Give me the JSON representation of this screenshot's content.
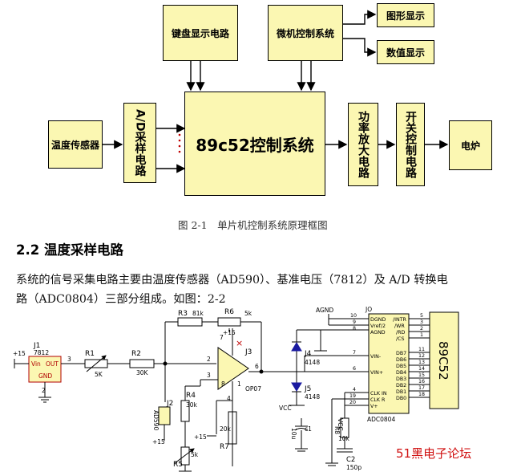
{
  "block_diagram": {
    "keyboard_display": "键盘显示电路",
    "mcu_control": "微机控制系统",
    "graphic_display": "图形显示",
    "numeric_display": "数值显示",
    "temp_sensor": "温度传感器",
    "ad_sampling": "A/D采样电路",
    "cpu": "89c52控制系统",
    "power_amp": "功率放大电路",
    "switch_control": "开关控制电路",
    "furnace": "电炉"
  },
  "caption": "图 2-1　单片机控制系统原理框图",
  "heading": "2.2 温度采样电路",
  "paragraph_line1": "系统的信号采集电路主要由温度传感器（AD590）、基准电压（7812）及 A/D 转换电",
  "paragraph_line2": "路（ADC0804）三部分组成。如图：2-2",
  "schematic": {
    "j1": "J1",
    "j1_part": "7812",
    "j1_vin": "Vin",
    "j1_out": "OUT",
    "j1_gnd": "GND",
    "j1_pin3": "3",
    "j1_pin2": "2",
    "plus15": "+15",
    "r1": "R1",
    "r1_val": "5K",
    "r2": "R2",
    "r2_val": "30K",
    "r3": "R3",
    "r3_val": "81k",
    "r6": "R6",
    "r6_val": "5k",
    "plus15_top": "+15",
    "j3": "J3",
    "op07": "OP07",
    "x_mark": "×",
    "pin2": "2",
    "pin3": "3",
    "pin6": "6",
    "pin4": "4",
    "pin7": "7",
    "pin8": "8",
    "pin1": "1",
    "r4": "R4",
    "r4_val": "30k",
    "j2": "J2",
    "ad590": "AD590",
    "plus15_left": "+15",
    "r5": "R5",
    "r5_val": "5k",
    "r7": "R7",
    "r7_val": "20k",
    "plus15_mid": "+15",
    "j4": "J4",
    "j4_val": "4148",
    "j5": "J5",
    "j5_val": "4148",
    "vcc": "VCC",
    "c1": "c1",
    "c1_val": "10u",
    "agnd": "AGND",
    "jo": "JO",
    "adc": "ADC0804",
    "adc_left_pins": [
      "DGND",
      "Vref/2",
      "AGND",
      "VIN-",
      "VIN+",
      "CLK IN",
      "CLK R",
      "V+"
    ],
    "adc_left_nums": [
      "10",
      "9",
      "8",
      "7",
      "6",
      "4",
      "19",
      "20"
    ],
    "adc_right_pins": [
      "/INTR",
      "/WR",
      "/RD",
      "/CS",
      "DB7",
      "DB6",
      "DB5",
      "DB4",
      "DB3",
      "DB2",
      "DB1",
      "DB0"
    ],
    "adc_right_nums": [
      "5",
      "3",
      "2",
      "1",
      "11",
      "12",
      "13",
      "14",
      "15",
      "16",
      "17",
      "18"
    ],
    "mcu": "89C52",
    "r8": "R8",
    "r8_val": "10k",
    "vcc2": "VCC",
    "c2": "C2",
    "c2_val": "150p"
  },
  "watermark": "51黑电子论坛"
}
